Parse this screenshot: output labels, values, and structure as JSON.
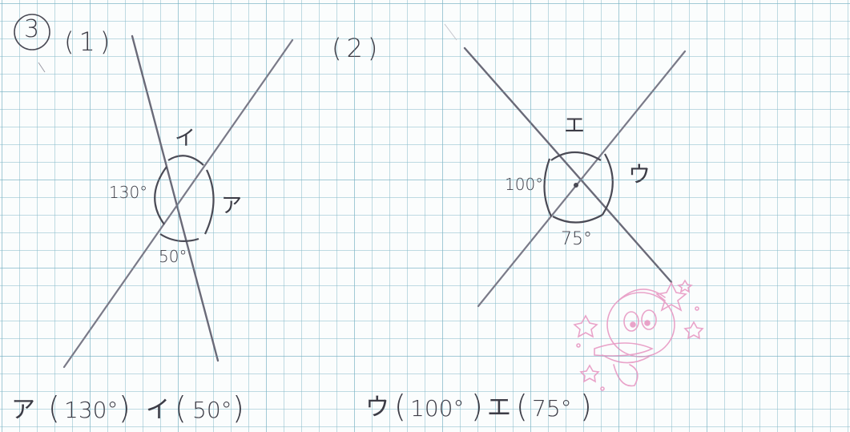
{
  "problem": {
    "number": "3",
    "part1_label": "(1)",
    "part2_label": "(2)"
  },
  "figure1": {
    "angle_top": "イ",
    "angle_right": "ア",
    "angle_left": "130°",
    "angle_bottom": "50°"
  },
  "figure2": {
    "angle_top": "エ",
    "angle_right": "ウ",
    "angle_left": "100°",
    "angle_bottom": "75°"
  },
  "answers": {
    "a_label": "ア",
    "a_open": "(",
    "a_value": "130°",
    "a_close": ")",
    "i_label": "イ",
    "i_open": "(",
    "i_value": "50°",
    "i_close": ")",
    "u_label": "ウ",
    "u_open": "(",
    "u_value": "100°",
    "u_close": ")",
    "e_label": "エ",
    "e_open": "(",
    "e_value": "75°",
    "e_close": ")"
  },
  "colors": {
    "pencil": "#6a6a78",
    "ink": "#3c3c46",
    "stamp": "#e89ac4",
    "grid": "#8cbecd"
  }
}
